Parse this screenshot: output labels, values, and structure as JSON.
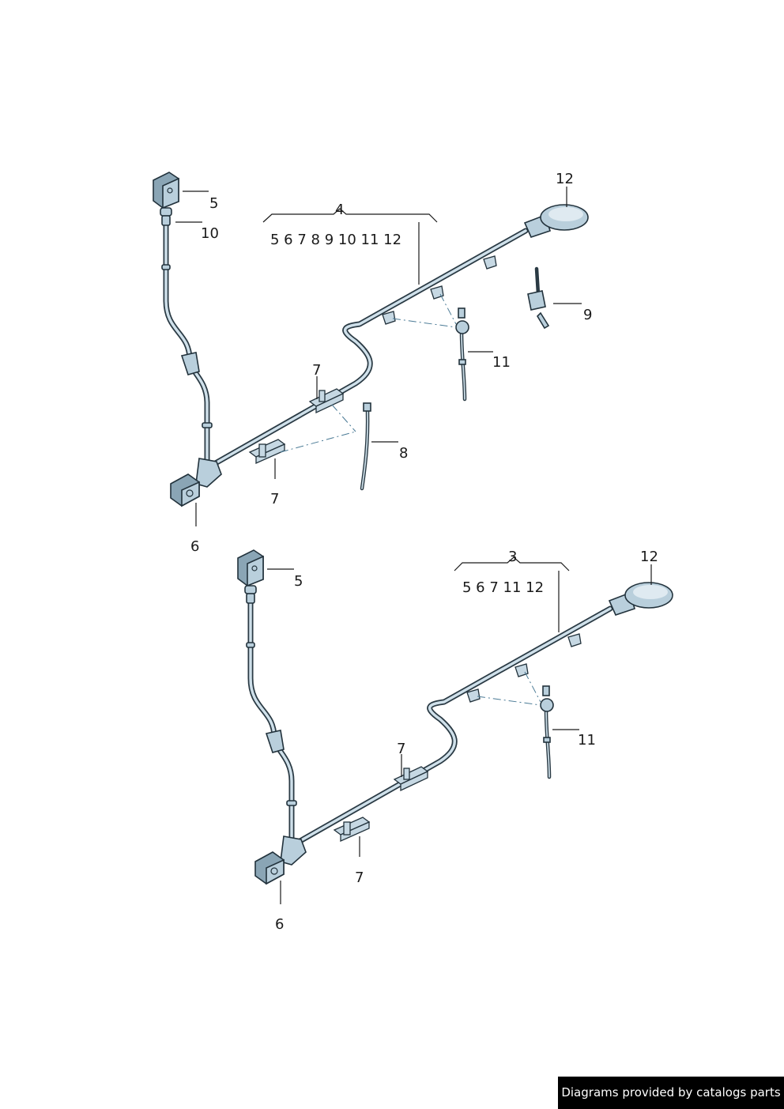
{
  "assembly_top": {
    "number": "4",
    "contents": "5 6 7 8 9 10 11 12",
    "callouts": {
      "sensor": "5",
      "seal": "10",
      "connector": "6",
      "bracket_upper": "7",
      "bracket_lower": "7",
      "cable_tie": "8",
      "holder": "9",
      "clip": "11",
      "grommet": "12"
    }
  },
  "assembly_bottom": {
    "number": "3",
    "contents": "5 6 7 11 12",
    "callouts": {
      "sensor": "5",
      "connector": "6",
      "bracket_upper": "7",
      "bracket_lower": "7",
      "clip": "11",
      "grommet": "12"
    }
  },
  "footer": {
    "credit": "Diagrams provided by catalogs parts"
  }
}
